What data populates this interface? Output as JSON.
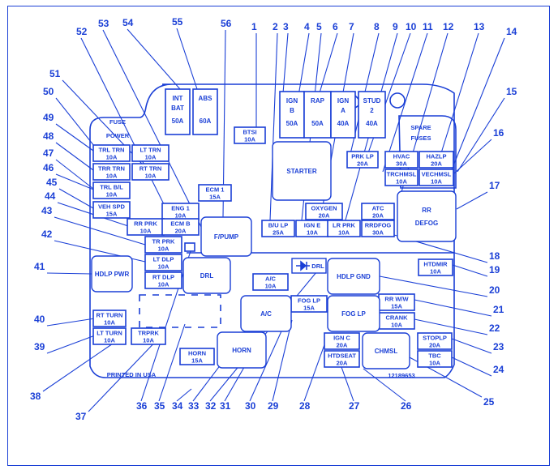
{
  "title": "Fuse Box Diagram",
  "colors": {
    "line": "#1a3fd6",
    "background": "#ffffff"
  },
  "labels": {
    "fuse_power": [
      "FUSE",
      "POWER"
    ],
    "spare_fuses": [
      "SPARE",
      "FUSES"
    ],
    "printed": "PRINTED IN USA",
    "part_number": "12189653"
  },
  "fuses": [
    {
      "id": "trl-trn",
      "name": "TRL TRN",
      "rating": "10A"
    },
    {
      "id": "lt-trn",
      "name": "LT TRN",
      "rating": "10A"
    },
    {
      "id": "trr-trn",
      "name": "TRR TRN",
      "rating": "10A"
    },
    {
      "id": "rt-trn",
      "name": "RT TRN",
      "rating": "10A"
    },
    {
      "id": "trl-bl",
      "name": "TRL B/L",
      "rating": "10A"
    },
    {
      "id": "veh-spd",
      "name": "VEH SPD",
      "rating": "15A"
    },
    {
      "id": "ecm1",
      "name": "ECM 1",
      "rating": "15A"
    },
    {
      "id": "eng1",
      "name": "ENG 1",
      "rating": "10A"
    },
    {
      "id": "rr-prk",
      "name": "RR PRK",
      "rating": "10A"
    },
    {
      "id": "ecm-b",
      "name": "ECM B",
      "rating": "20A"
    },
    {
      "id": "tr-prk",
      "name": "TR PRK",
      "rating": "10A"
    },
    {
      "id": "lt-dlp",
      "name": "LT DLP",
      "rating": "10A"
    },
    {
      "id": "rt-dlp",
      "name": "RT DLP",
      "rating": "10A"
    },
    {
      "id": "bts",
      "name": "BTSI",
      "rating": "10A"
    },
    {
      "id": "bu-lp",
      "name": "B/U LP",
      "rating": "25A"
    },
    {
      "id": "ign-e",
      "name": "IGN E",
      "rating": "10A"
    },
    {
      "id": "oxygen",
      "name": "OXYGEN",
      "rating": "20A"
    },
    {
      "id": "lr-prk",
      "name": "LR PRK",
      "rating": "10A"
    },
    {
      "id": "atc",
      "name": "ATC",
      "rating": "20A"
    },
    {
      "id": "rrdfog",
      "name": "RRDFOG",
      "rating": "30A"
    },
    {
      "id": "prk-lp",
      "name": "PRK LP",
      "rating": "20A"
    },
    {
      "id": "hvac",
      "name": "HVAC",
      "rating": "30A"
    },
    {
      "id": "haz-lp",
      "name": "HAZLP",
      "rating": "20A"
    },
    {
      "id": "trchmsl",
      "name": "TRCHMSL",
      "rating": "10A"
    },
    {
      "id": "vechmsl",
      "name": "VECHMSL",
      "rating": "10A"
    },
    {
      "id": "htdmir",
      "name": "HTDMIR",
      "rating": "10A"
    },
    {
      "id": "ac-fuse",
      "name": "A/C",
      "rating": "10A"
    },
    {
      "id": "fog-lp-fuse",
      "name": "FOG LP",
      "rating": "15A"
    },
    {
      "id": "rr-ww",
      "name": "RR W/W",
      "rating": "15A"
    },
    {
      "id": "crank",
      "name": "CRANK",
      "rating": "10A"
    },
    {
      "id": "stoplp",
      "name": "STOPLP",
      "rating": "20A"
    },
    {
      "id": "tbc",
      "name": "TBC",
      "rating": "10A"
    },
    {
      "id": "ign-c",
      "name": "IGN C",
      "rating": "20A"
    },
    {
      "id": "htdseat",
      "name": "HTDSEAT",
      "rating": "20A"
    },
    {
      "id": "rt-turn",
      "name": "RT TURN",
      "rating": "10A"
    },
    {
      "id": "lt-turn",
      "name": "LT TURN",
      "rating": "10A"
    },
    {
      "id": "trprk",
      "name": "TRPRK",
      "rating": "10A"
    },
    {
      "id": "horn-fuse",
      "name": "HORN",
      "rating": "15A"
    }
  ],
  "maxi_fuses": [
    {
      "id": "int-bat",
      "name": [
        "INT",
        "BAT"
      ],
      "rating": "50A"
    },
    {
      "id": "abs",
      "name": [
        "ABS"
      ],
      "rating": "60A"
    },
    {
      "id": "ign-b",
      "name": [
        "IGN",
        "B"
      ],
      "rating": "50A"
    },
    {
      "id": "rap",
      "name": [
        "RAP"
      ],
      "rating": "50A"
    },
    {
      "id": "ign-a",
      "name": [
        "IGN",
        "A"
      ],
      "rating": "40A"
    },
    {
      "id": "stud2",
      "name": [
        "STUD",
        "2"
      ],
      "rating": "40A"
    }
  ],
  "relays": [
    {
      "id": "starter",
      "name": "STARTER"
    },
    {
      "id": "rr-defog",
      "name": [
        "RR",
        "DEFOG"
      ]
    },
    {
      "id": "fpump",
      "name": "F/PUMP"
    },
    {
      "id": "hdlp-pwr",
      "name": "HDLP PWR"
    },
    {
      "id": "drl-relay",
      "name": "DRL"
    },
    {
      "id": "hdlp-gnd",
      "name": "HDLP GND"
    },
    {
      "id": "ac-relay",
      "name": "A/C"
    },
    {
      "id": "fog-lp-relay",
      "name": "FOG LP"
    },
    {
      "id": "horn-relay",
      "name": "HORN"
    },
    {
      "id": "chmsl",
      "name": "CHMSL"
    },
    {
      "id": "drl-diode",
      "name": "DRL"
    }
  ],
  "callouts": [
    "1",
    "2",
    "3",
    "4",
    "5",
    "6",
    "7",
    "8",
    "9",
    "10",
    "11",
    "12",
    "13",
    "14",
    "15",
    "16",
    "17",
    "18",
    "19",
    "20",
    "21",
    "22",
    "23",
    "24",
    "25",
    "26",
    "27",
    "28",
    "29",
    "30",
    "31",
    "32",
    "33",
    "34",
    "35",
    "36",
    "37",
    "38",
    "39",
    "40",
    "41",
    "42",
    "43",
    "44",
    "45",
    "46",
    "47",
    "48",
    "49",
    "50",
    "51",
    "52",
    "53",
    "54",
    "55",
    "56"
  ]
}
